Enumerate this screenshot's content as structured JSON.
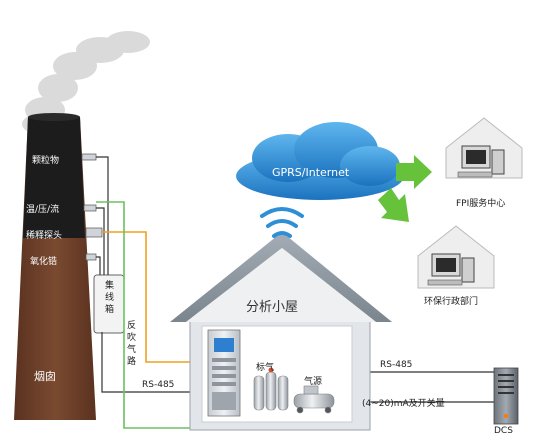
{
  "chimney": {
    "label": "烟囱",
    "sensors": [
      "颗粒物",
      "温/压/流",
      "稀释探头",
      "氧化锆"
    ],
    "junction_box": "集线箱"
  },
  "cloud_label": "GPRS/Internet",
  "backflush_label": "反吹气路",
  "analysis_house": {
    "label": "分析小屋",
    "gas_standard": "标气",
    "gas_source": "气源"
  },
  "offices": {
    "fpi_center": "FPI服务中心",
    "env_dept": "环保行政部门"
  },
  "links": {
    "rs485_left": "RS-485",
    "rs485_right": "RS-485",
    "analog_switch": "(4~20)mA及开关量"
  },
  "dcs_label": "DCS",
  "colors": {
    "chimney_top": "#1e1e1e",
    "chimney_body": "#6b3f28",
    "cloud": "#2f8fd6",
    "arrow": "#66c23b",
    "line_orange": "#f0a020",
    "line_green": "#6cc060",
    "roof": "#8a949c"
  }
}
